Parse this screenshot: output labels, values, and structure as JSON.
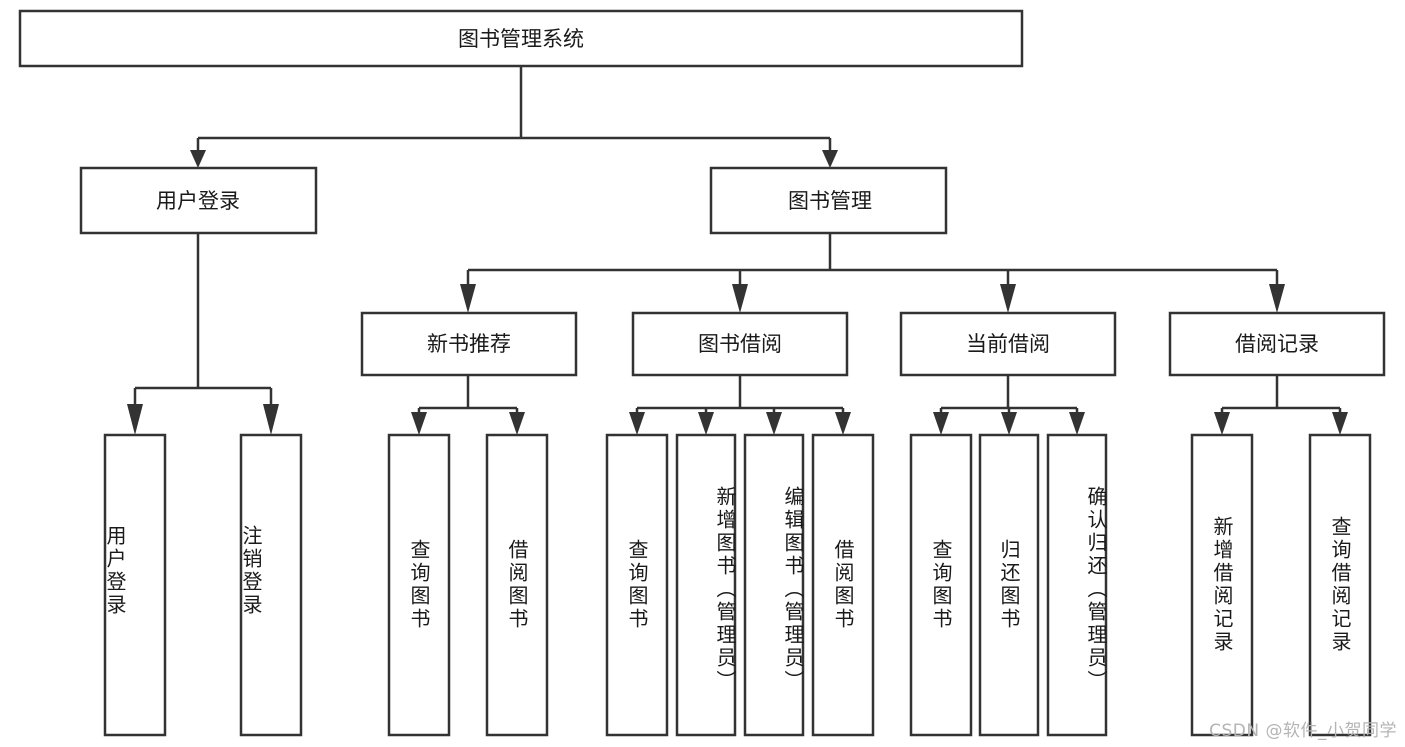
{
  "diagram": {
    "type": "tree-hierarchy-flowchart",
    "title": "图书管理系统",
    "root": {
      "id": "root",
      "label": "图书管理系统",
      "orientation": "horizontal"
    },
    "level2": [
      {
        "id": "user-login",
        "label": "用户登录",
        "orientation": "horizontal"
      },
      {
        "id": "book-manage",
        "label": "图书管理",
        "orientation": "horizontal"
      }
    ],
    "level3": [
      {
        "id": "new-book-recommend",
        "label": "新书推荐",
        "parent": "book-manage",
        "orientation": "horizontal"
      },
      {
        "id": "book-borrow",
        "label": "图书借阅",
        "parent": "book-manage",
        "orientation": "horizontal"
      },
      {
        "id": "current-borrow",
        "label": "当前借阅",
        "parent": "book-manage",
        "orientation": "horizontal"
      },
      {
        "id": "borrow-record",
        "label": "借阅记录",
        "parent": "book-manage",
        "orientation": "horizontal"
      }
    ],
    "leaves": [
      {
        "id": "leaf-user-login",
        "label": "用户登录",
        "parent": "user-login",
        "orientation": "vertical",
        "align": "bottom"
      },
      {
        "id": "leaf-logout",
        "label": "注销登录",
        "parent": "user-login",
        "orientation": "vertical",
        "align": "bottom"
      },
      {
        "id": "leaf-query-book-1",
        "label": "查询图书",
        "parent": "new-book-recommend",
        "orientation": "vertical",
        "align": "center"
      },
      {
        "id": "leaf-borrow-book-1",
        "label": "借阅图书",
        "parent": "new-book-recommend",
        "orientation": "vertical",
        "align": "center"
      },
      {
        "id": "leaf-query-book-2",
        "label": "查询图书",
        "parent": "book-borrow",
        "orientation": "vertical",
        "align": "center"
      },
      {
        "id": "leaf-add-book",
        "label": "新增图书（管理员）",
        "parent": "book-borrow",
        "orientation": "vertical",
        "align": "top"
      },
      {
        "id": "leaf-edit-book",
        "label": "编辑图书（管理员）",
        "parent": "book-borrow",
        "orientation": "vertical",
        "align": "top"
      },
      {
        "id": "leaf-borrow-book-2",
        "label": "借阅图书",
        "parent": "book-borrow",
        "orientation": "vertical",
        "align": "center"
      },
      {
        "id": "leaf-query-book-3",
        "label": "查询图书",
        "parent": "current-borrow",
        "orientation": "vertical",
        "align": "center"
      },
      {
        "id": "leaf-return-book",
        "label": "归还图书",
        "parent": "current-borrow",
        "orientation": "vertical",
        "align": "center"
      },
      {
        "id": "leaf-confirm-return",
        "label": "确认归还（管理员）",
        "parent": "current-borrow",
        "orientation": "vertical",
        "align": "top"
      },
      {
        "id": "leaf-add-record",
        "label": "新增借阅记录",
        "parent": "borrow-record",
        "orientation": "vertical",
        "align": "center"
      },
      {
        "id": "leaf-query-record",
        "label": "查询借阅记录",
        "parent": "borrow-record",
        "orientation": "vertical",
        "align": "center"
      }
    ],
    "colors": {
      "stroke": "#333333",
      "fill": "#ffffff",
      "text": "#1a1a1a",
      "background": "#ffffff",
      "watermark": "#b4b4b4"
    }
  },
  "watermark": {
    "text": "CSDN @软件_小贺同学"
  }
}
